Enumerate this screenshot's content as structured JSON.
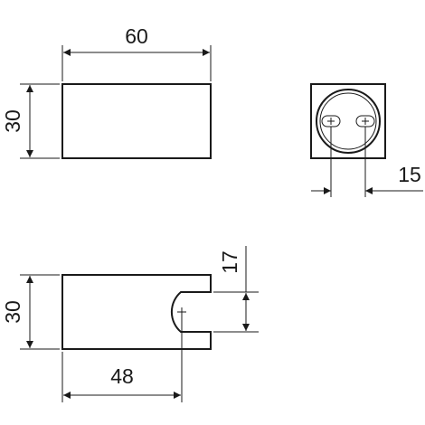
{
  "dimensions": {
    "top_width": "60",
    "top_height": "30",
    "side_view_slot": "15",
    "front_opening": "17",
    "front_height": "30",
    "front_depth": "48"
  },
  "colors": {
    "line": "#1a1a1a",
    "background": "#ffffff"
  }
}
